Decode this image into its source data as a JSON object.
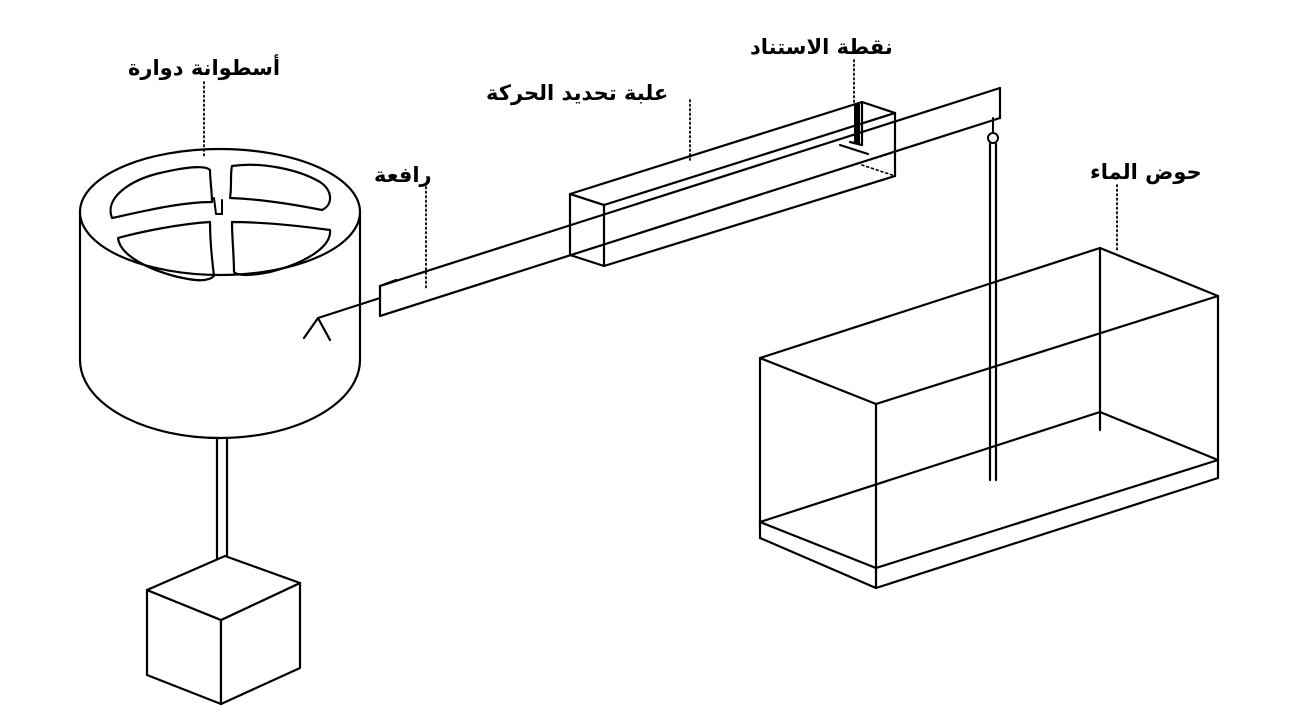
{
  "labels": {
    "drum": "أسطوانة دوارة",
    "stop_box": "علبة تحديد الحركة",
    "fulcrum": "نقطة الاستناد",
    "lever": "رافعة",
    "water_tank": "حوض الماء"
  },
  "colors": {
    "stroke": "#000000",
    "background": "#ffffff"
  }
}
